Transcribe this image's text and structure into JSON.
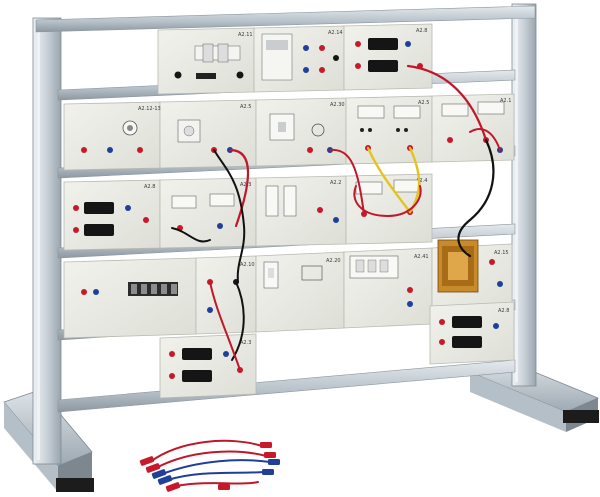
{
  "modules": {
    "row1": [
      "A2.11",
      "A2.14",
      "A2.8"
    ],
    "row2": [
      "A2.12-13",
      "A2.5",
      "A2.30",
      "A2.5",
      "A2.1"
    ],
    "row3": [
      "A2.8",
      "A2.3",
      "A2.2",
      "A2.4"
    ],
    "row4": [
      "A2.10",
      "A2.20",
      "A2.41",
      "A2.15"
    ],
    "row5": [
      "A2.3",
      "A2.8"
    ]
  },
  "colors": {
    "frame": "#cfd6dc",
    "frame_shadow": "#8f9aa4",
    "rail": "#b9c3cb",
    "panel": "#e9eae4",
    "panel_edge": "#b8bab2",
    "socket_red": "#c8192b",
    "socket_blue": "#1f3f9a",
    "socket_black": "#151515",
    "wire_red": "#c0182a",
    "wire_black": "#111111",
    "wire_yellow": "#e6c21c",
    "transformer": "#c98a2a"
  }
}
